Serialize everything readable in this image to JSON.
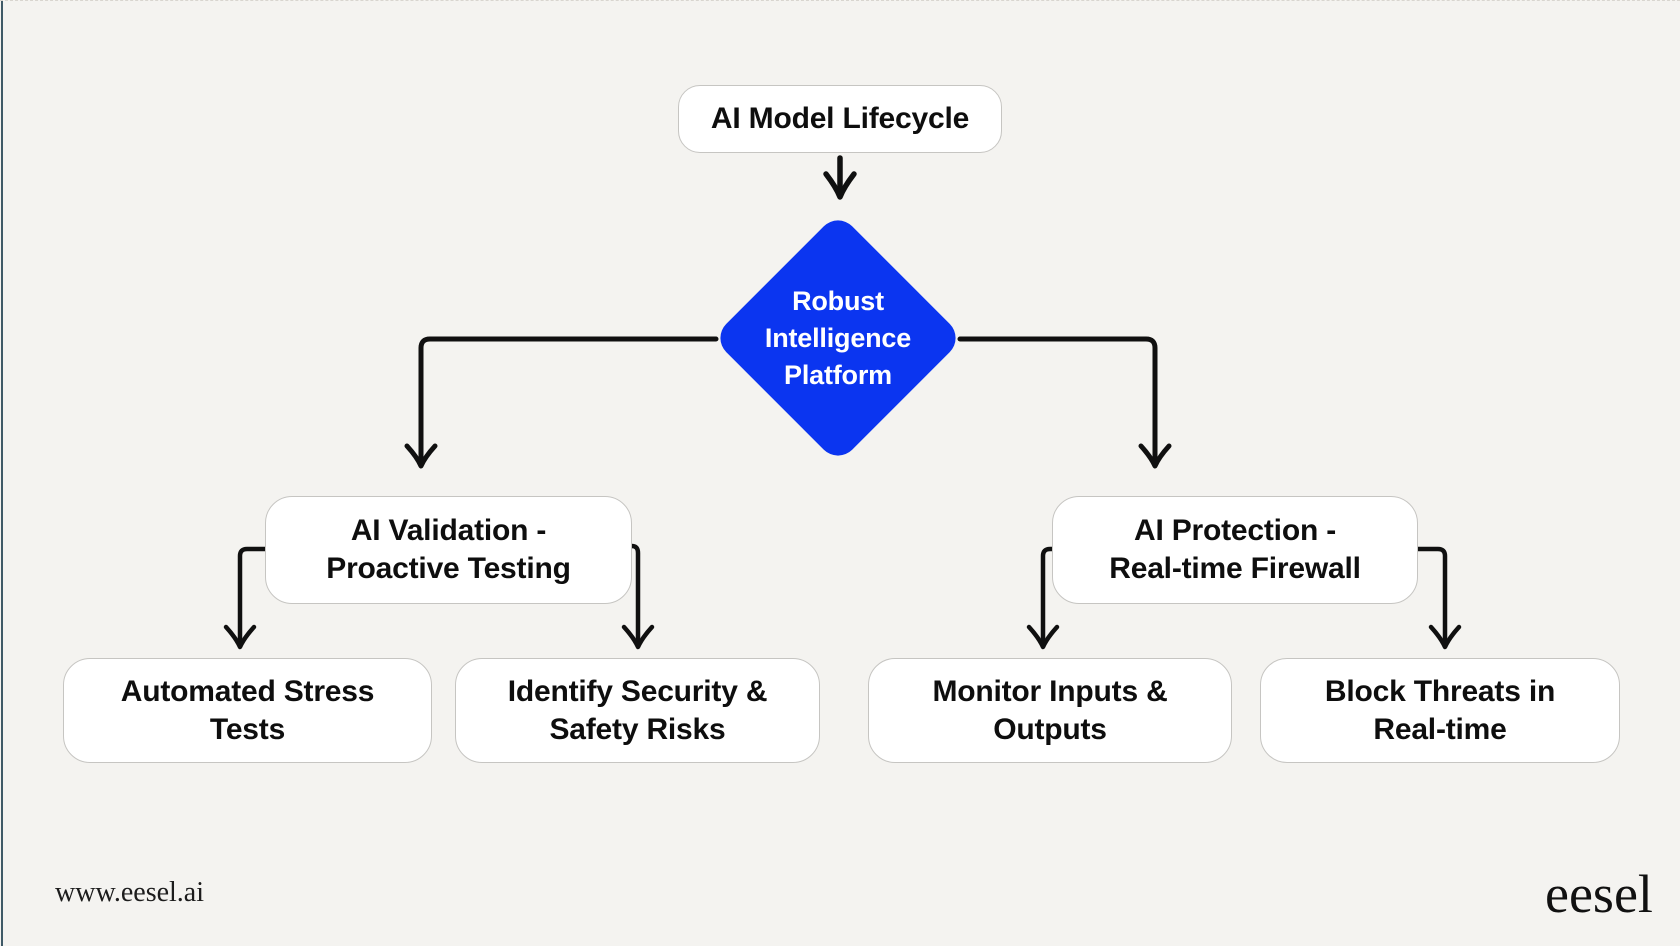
{
  "colors": {
    "background": "#f4f3f0",
    "diamond_blue": "#0b35f0",
    "node_bg": "#ffffff",
    "node_border": "#c6c5c2",
    "line": "#101010",
    "left_edge": "#3f5a67",
    "footer_text": "#1c1c1c"
  },
  "diagram": {
    "root": {
      "label": "AI Model Lifecycle"
    },
    "decision": {
      "line1": "Robust",
      "line2": "Intelligence",
      "line3": "Platform"
    },
    "left_branch": {
      "line1": "AI Validation -",
      "line2": "Proactive Testing"
    },
    "right_branch": {
      "line1": "AI Protection -",
      "line2": "Real-time Firewall"
    },
    "leaves": {
      "stress": {
        "line1": "Automated Stress",
        "line2": "Tests"
      },
      "risks": {
        "line1": "Identify Security &",
        "line2": "Safety Risks"
      },
      "monitor": {
        "line1": "Monitor Inputs &",
        "line2": "Outputs"
      },
      "block": {
        "line1": "Block Threats in",
        "line2": "Real-time"
      }
    }
  },
  "footer": {
    "website": "www.eesel.ai",
    "logo": "eesel"
  }
}
